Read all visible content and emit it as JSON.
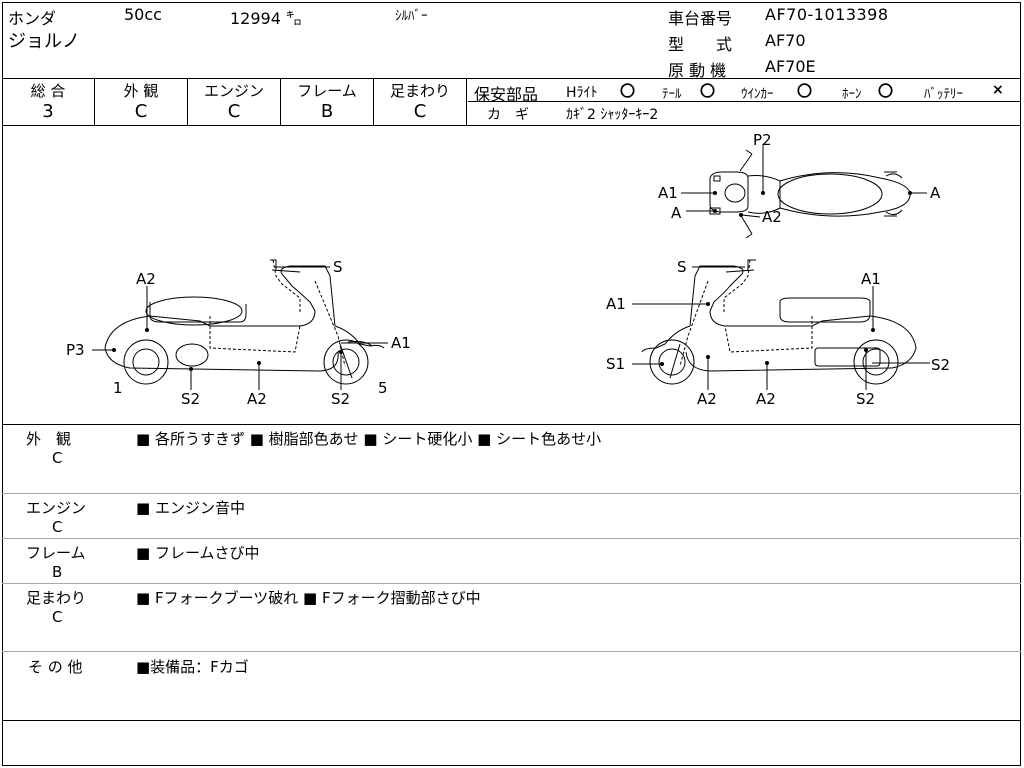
{
  "header": {
    "maker": "ホンダ",
    "displacement": "50cc",
    "mileage": "12994 ㌔",
    "color": "ｼﾙﾊﾞｰ",
    "model_name": "ジョルノ",
    "frame_no_label": "車台番号",
    "frame_no": "AF70-1013398",
    "type_label": "型　　式",
    "type": "AF70",
    "engine_label": "原 動 機",
    "engine": "AF70E"
  },
  "grades": [
    {
      "label": "総 合",
      "value": "3"
    },
    {
      "label": "外 観",
      "value": "C"
    },
    {
      "label": "エンジン",
      "value": "C"
    },
    {
      "label": "フレーム",
      "value": "B"
    },
    {
      "label": "足まわり",
      "value": "C"
    }
  ],
  "safety": {
    "label": "保安部品",
    "items": [
      {
        "name": "Hﾗｲﾄ",
        "mark": "〇"
      },
      {
        "name": "ﾃｰﾙ",
        "mark": "〇"
      },
      {
        "name": "ｳｲﾝｶｰ",
        "mark": "〇"
      },
      {
        "name": "ﾎｰﾝ",
        "mark": "〇"
      },
      {
        "name": "ﾊﾞｯﾃﾘｰ",
        "mark": "×"
      }
    ],
    "key_label": "カ　ギ",
    "key_value": "ｶｷﾞ2 ｼｬｯﾀｰｷｰ2"
  },
  "diagram_labels": {
    "top": [
      "P2",
      "A1",
      "A",
      "A2",
      "A"
    ],
    "left": [
      "S",
      "A2",
      "P3",
      "A1",
      "1",
      "S2",
      "A2",
      "S2",
      "5"
    ],
    "right": [
      "S",
      "A1",
      "A1",
      "S1",
      "A2",
      "A2",
      "S2",
      "S2"
    ]
  },
  "remarks": [
    {
      "label": "外　観",
      "grade": "C",
      "text": "■ 各所うすきず ■ 樹脂部色あせ ■ シート硬化小 ■ シート色あせ小"
    },
    {
      "label": "エンジン",
      "grade": "C",
      "text": "■ エンジン音中"
    },
    {
      "label": "フレーム",
      "grade": "B",
      "text": "■ フレームさび中"
    },
    {
      "label": "足まわり",
      "grade": "C",
      "text": "■ Fフォークブーツ破れ ■ Fフォーク摺動部さび中"
    },
    {
      "label": "そ の 他",
      "grade": "",
      "text": "■装備品：Fカゴ"
    }
  ]
}
